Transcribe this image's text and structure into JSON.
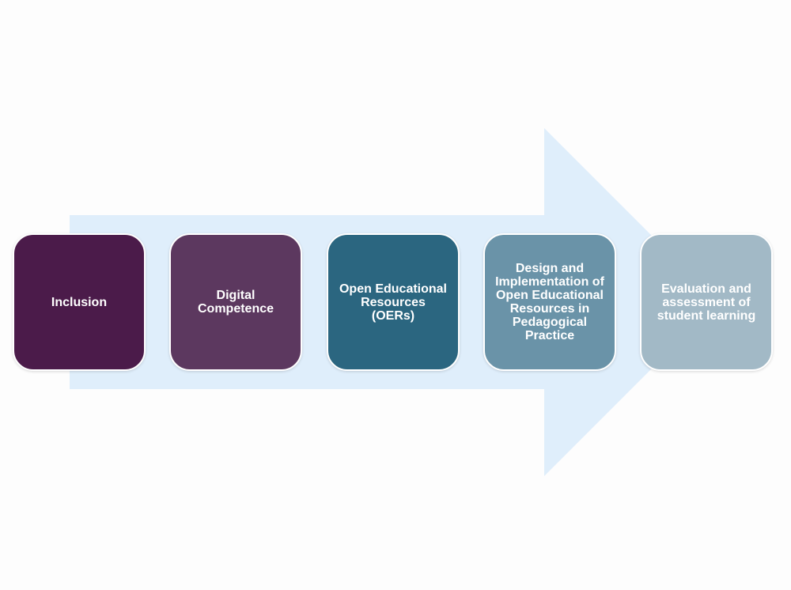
{
  "steps": [
    {
      "label": "Inclusion",
      "color": "#4b1b4a"
    },
    {
      "label": "Digital\nCompetence",
      "color": "#5c385f"
    },
    {
      "label": "Open Educational\nResources\n(OERs)",
      "color": "#2b6680"
    },
    {
      "label": "Design and\nImplementation of\nOpen Educational\nResources in\nPedagogical\nPractice",
      "color": "#6a93a8"
    },
    {
      "label": "Evaluation and\nassessment of\nstudent learning",
      "color": "#a2b9c6"
    }
  ],
  "arrow": {
    "color": "#dfeefb",
    "direction": "right"
  }
}
